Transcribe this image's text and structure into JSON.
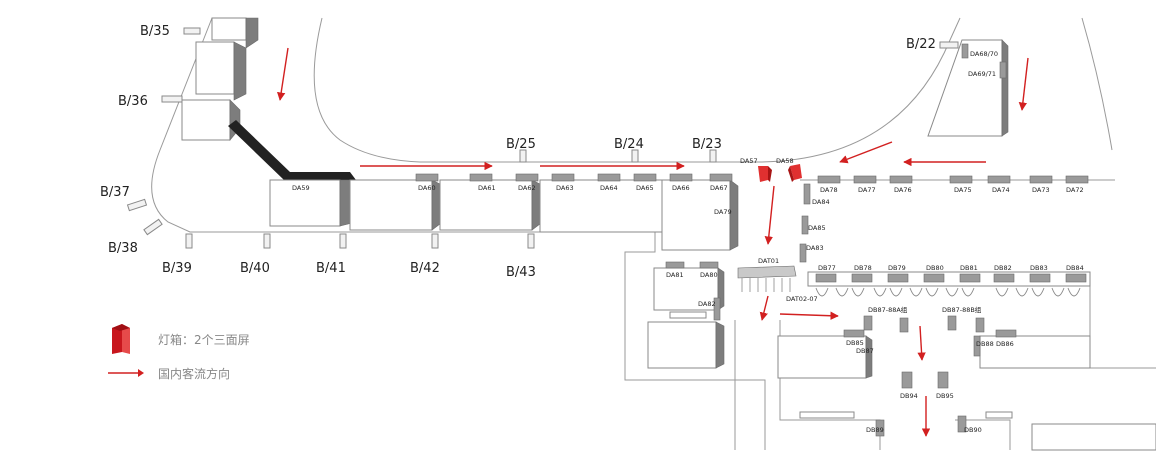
{
  "gates": {
    "b35": "B/35",
    "b36": "B/36",
    "b37": "B/37",
    "b38": "B/38",
    "b39": "B/39",
    "b40": "B/40",
    "b41": "B/41",
    "b42": "B/42",
    "b43": "B/43",
    "b25": "B/25",
    "b24": "B/24",
    "b23": "B/23",
    "b22": "B/22"
  },
  "stores": {
    "da59": "DA59",
    "da60": "DA60",
    "da61": "DA61",
    "da62": "DA62",
    "da63": "DA63",
    "da64": "DA64",
    "da65": "DA65",
    "da66": "DA66",
    "da67": "DA67",
    "da57": "DA57",
    "da58": "DA58",
    "da78": "DA78",
    "da77": "DA77",
    "da76": "DA76",
    "da75": "DA75",
    "da74": "DA74",
    "da73": "DA73",
    "da72": "DA72",
    "da68_70": "DA68/70",
    "da69_71": "DA69/71",
    "da79": "DA79",
    "da84": "DA84",
    "da85": "DA85",
    "da83": "DA83",
    "dat01": "DAT01",
    "dat02_07": "DAT02-07",
    "da81": "DA81",
    "da80": "DA80",
    "da82": "DA82",
    "db77": "DB77",
    "db78": "DB78",
    "db79": "DB79",
    "db80": "DB80",
    "db81": "DB81",
    "db82": "DB82",
    "db83": "DB83",
    "db84": "DB84",
    "db87_88a": "DB87-88A组",
    "db87_88b": "DB87-88B组",
    "db85": "DB85",
    "db87": "DB87",
    "db88": "DB88",
    "db86": "DB86",
    "db94": "DB94",
    "db95": "DB95",
    "db89": "DB89",
    "db90": "DB90"
  },
  "legend": {
    "lightbox_label": "灯箱：2个三面屏",
    "flow_label": "国内客流方向"
  },
  "colors": {
    "flow_arrow": "#d22020",
    "lightbox": "#c8161d",
    "highlight_wall": "#222222"
  }
}
